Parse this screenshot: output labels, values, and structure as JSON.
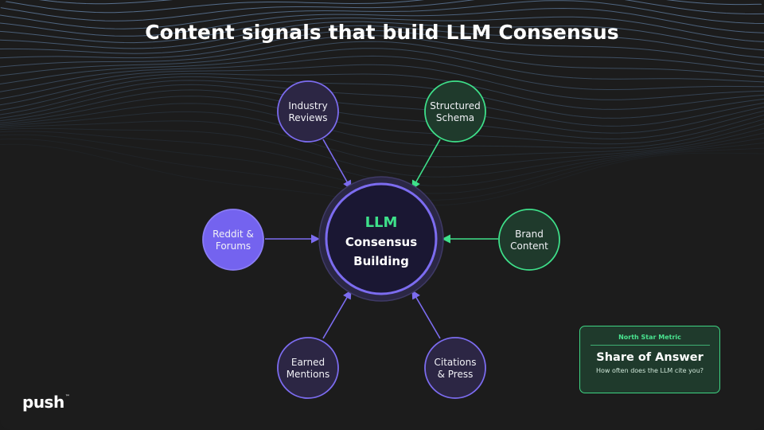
{
  "title": "Content signals that build LLM Consensus",
  "hub": {
    "highlight": "LLM",
    "line1": "Consensus",
    "line2": "Building"
  },
  "signals": [
    {
      "id": "industry-reviews",
      "lines": [
        "Industry",
        "Reviews"
      ],
      "style": "purple-outline"
    },
    {
      "id": "structured-schema",
      "lines": [
        "Structured",
        "Schema"
      ],
      "style": "green-outline"
    },
    {
      "id": "reddit-forums",
      "lines": [
        "Reddit &",
        "Forums"
      ],
      "style": "purple-filled"
    },
    {
      "id": "brand-content",
      "lines": [
        "Brand",
        "Content"
      ],
      "style": "green-outline"
    },
    {
      "id": "earned-mentions",
      "lines": [
        "Earned",
        "Mentions"
      ],
      "style": "purple-outline"
    },
    {
      "id": "citations-press",
      "lines": [
        "Citations",
        "& Press"
      ],
      "style": "purple-outline"
    }
  ],
  "metric": {
    "kicker": "North Star Metric",
    "title": "Share of Answer",
    "subtitle": "How often does the LLM cite you?"
  },
  "logo": {
    "text": "push",
    "mark": "™"
  },
  "colors": {
    "purple": "#7c6cf0",
    "purple_fill": "#7463ef",
    "purple_dark_fill": "#2c2644",
    "green": "#3ee08a",
    "green_dark_fill": "#1f3a2c",
    "hub_fill": "#1a1733"
  }
}
